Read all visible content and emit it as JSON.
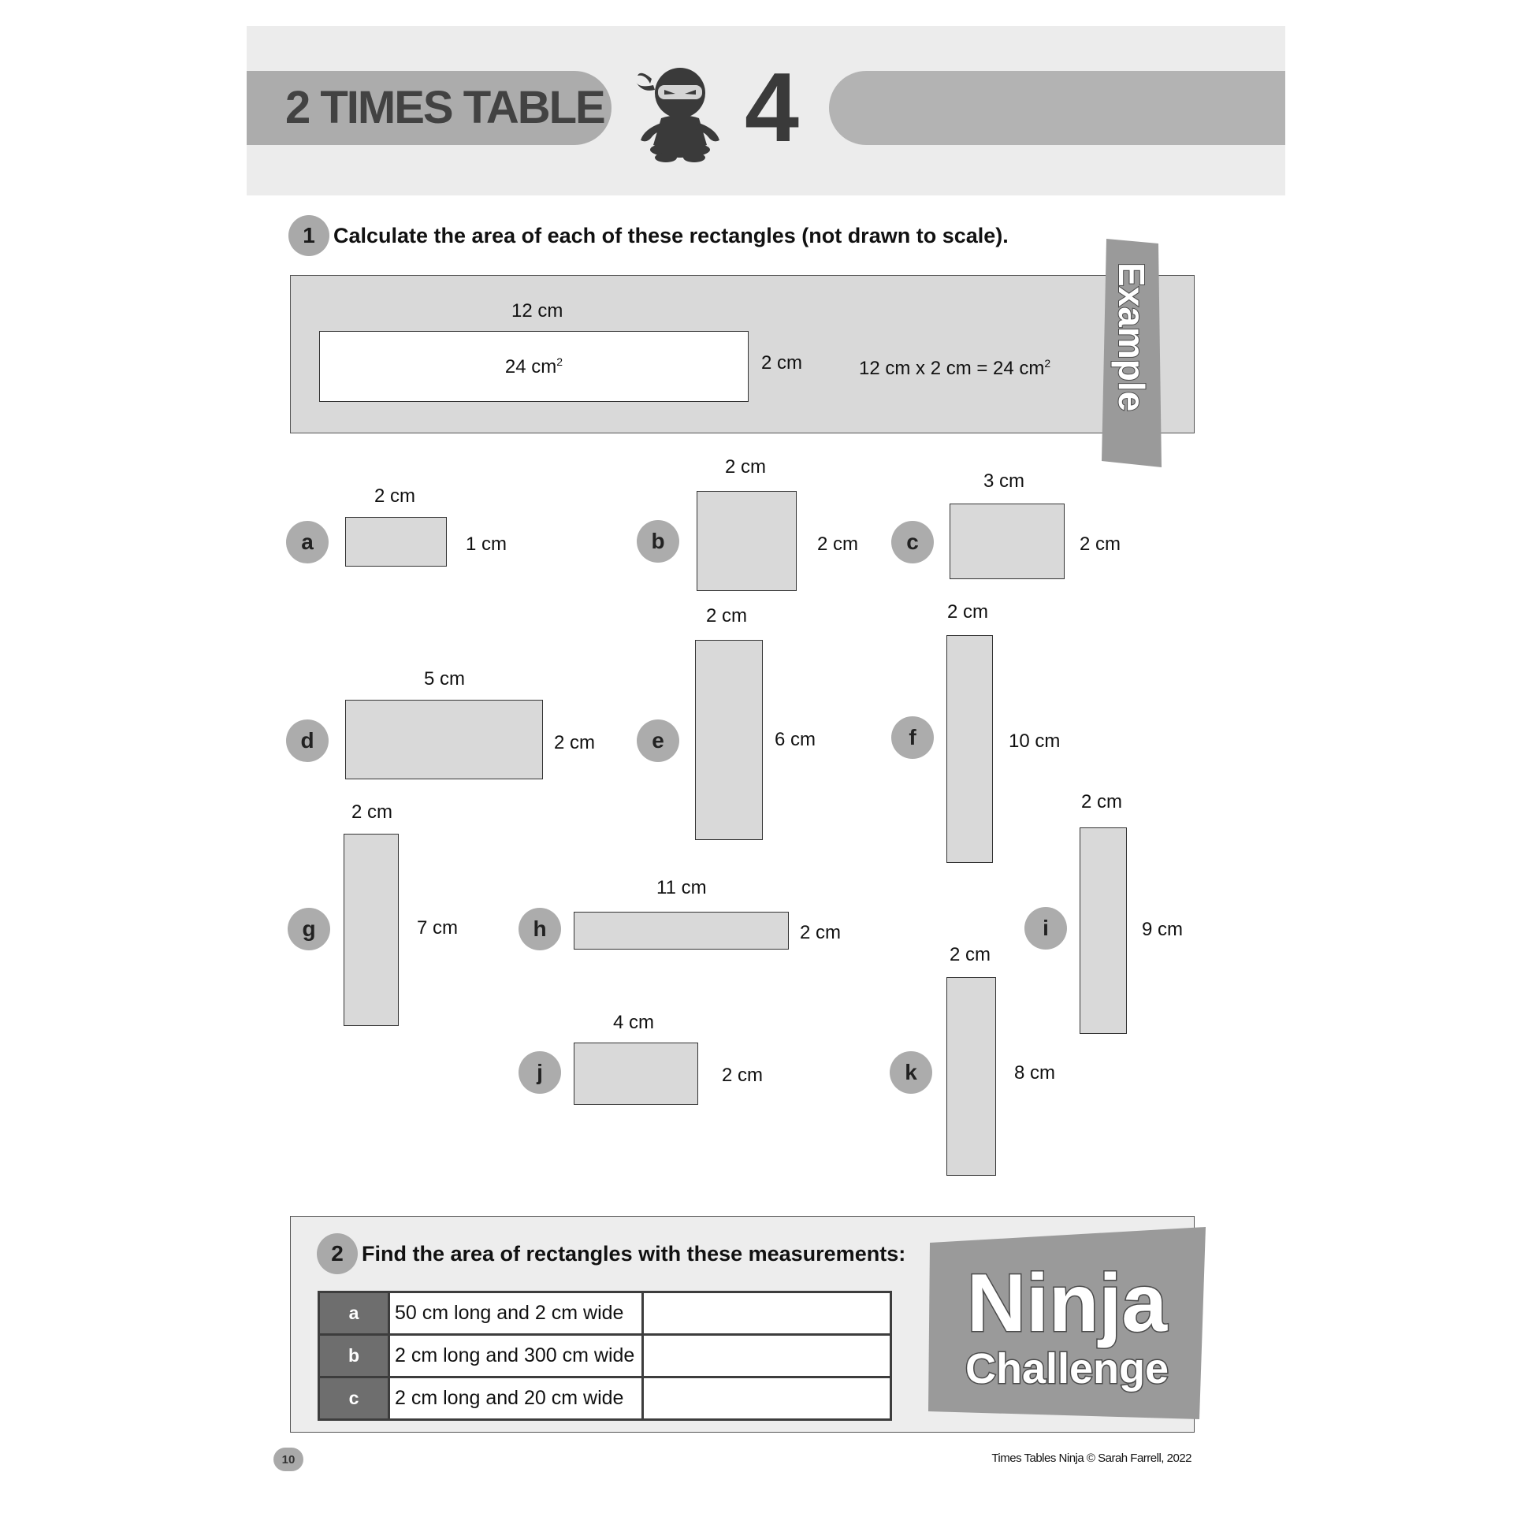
{
  "header": {
    "title": "2 TIMES TABLE",
    "number": "4",
    "mascot_icon": "ninja-icon"
  },
  "question1": {
    "number": "1",
    "text": "Calculate the area of each of these rectangles (not drawn to scale).",
    "example": {
      "tab_label": "Example",
      "length": "12 cm",
      "width": "2 cm",
      "area_base": "24 cm",
      "area_sup": "2",
      "equation_base": "12 cm x 2 cm = 24 cm",
      "equation_sup": "2"
    },
    "rectangles": [
      {
        "label": "a",
        "length": "2 cm",
        "width": "1 cm"
      },
      {
        "label": "b",
        "length": "2 cm",
        "width": "2 cm"
      },
      {
        "label": "c",
        "length": "3 cm",
        "width": "2 cm"
      },
      {
        "label": "d",
        "length": "5 cm",
        "width": "2 cm"
      },
      {
        "label": "e",
        "length": "2 cm",
        "width": "6 cm"
      },
      {
        "label": "f",
        "length": "2 cm",
        "width": "10 cm"
      },
      {
        "label": "g",
        "length": "2 cm",
        "width": "7 cm"
      },
      {
        "label": "h",
        "length": "11 cm",
        "width": "2 cm"
      },
      {
        "label": "i",
        "length": "2 cm",
        "width": "9 cm"
      },
      {
        "label": "j",
        "length": "4 cm",
        "width": "2 cm"
      },
      {
        "label": "k",
        "length": "2 cm",
        "width": "8 cm"
      }
    ]
  },
  "question2": {
    "number": "2",
    "text": "Find the area of rectangles with these measurements:",
    "rows": [
      {
        "label": "a",
        "text": "50 cm long and 2 cm wide",
        "answer": ""
      },
      {
        "label": "b",
        "text": "2 cm long and 300 cm wide",
        "answer": ""
      },
      {
        "label": "c",
        "text": "2 cm long and 20 cm wide",
        "answer": ""
      }
    ],
    "badge_line1": "Ninja",
    "badge_line2": "Challenge"
  },
  "footer": {
    "page_number": "10",
    "copyright": "Times Tables Ninja © Sarah Farrell, 2022"
  }
}
